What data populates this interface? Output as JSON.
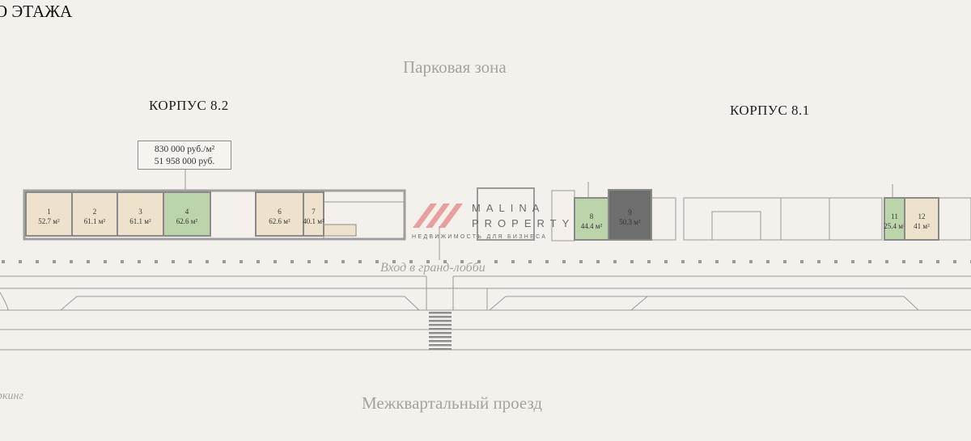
{
  "floor_title": "О ЭТАЖА",
  "zones": {
    "park": "Парковая зона",
    "road": "Межквартальный проезд",
    "parking": "ркинг",
    "lobby_entrance": "Вход в гранд-лобби"
  },
  "buildings": {
    "b82": "КОРПУС 8.2",
    "b81": "КОРПУС 8.1"
  },
  "price_callout": {
    "per_m2": "830 000 руб./м²",
    "total": "51 958 000 руб."
  },
  "logo": {
    "line1": "MALINA",
    "line2": "PROPERTY",
    "tagline": "НЕДВИЖИМОСТЬ ДЛЯ БИЗНЕСА"
  },
  "colors": {
    "available": "#eee2cc",
    "selected": "#bcd4aa",
    "sold": "#6e6e6e",
    "background": "#f4f0eb"
  },
  "units": [
    {
      "num": "1",
      "area": "52.7 м²",
      "status": "available"
    },
    {
      "num": "2",
      "area": "61.1 м²",
      "status": "available"
    },
    {
      "num": "3",
      "area": "61.1 м²",
      "status": "available"
    },
    {
      "num": "4",
      "area": "62.6 м²",
      "status": "selected"
    },
    {
      "num": "6",
      "area": "62.6 м²",
      "status": "available"
    },
    {
      "num": "7",
      "area": "40.1 м²",
      "status": "available"
    },
    {
      "num": "8",
      "area": "44.4 м²",
      "status": "selected"
    },
    {
      "num": "9",
      "area": "50.3 м²",
      "status": "sold"
    },
    {
      "num": "11",
      "area": "25.4 м²",
      "status": "selected"
    },
    {
      "num": "12",
      "area": "41 м²",
      "status": "available"
    }
  ]
}
